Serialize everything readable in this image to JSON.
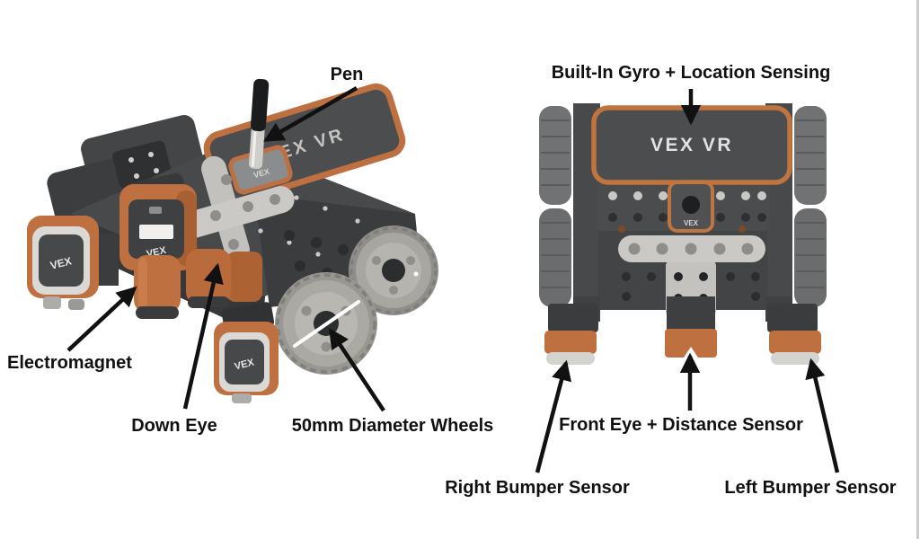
{
  "page": {
    "background": "#ffffff",
    "right_border_color": "#cccccc",
    "description": "VEX VR robot feature diagram with labeled callouts"
  },
  "colors": {
    "orange": "#bf7040",
    "dark_gray": "#3f4142",
    "plate_gray": "#4b4d4f",
    "wheel_gray": "#a9a7a2",
    "front_wheel_gray": "#6f7071",
    "beam_gray": "#cac9c5",
    "silver": "#dbd9d6",
    "arrow_black": "#111111"
  },
  "left_view": {
    "name": "isometric robot view",
    "labels": {
      "pen": "Pen",
      "electromagnet": "Electromagnet",
      "down_eye": "Down Eye",
      "wheels": "50mm Diameter Wheels"
    },
    "logos": {
      "plate": "VEX VR",
      "pen_holder": "VEX",
      "front_bumper": "VEX",
      "lower_bumper": "VEX",
      "distance_sensor": "VEX"
    }
  },
  "right_view": {
    "name": "front robot view",
    "labels": {
      "gyro": "Built-In Gyro + Location Sensing",
      "front_eye": "Front Eye + Distance Sensor",
      "right_bumper": "Right Bumper Sensor",
      "left_bumper": "Left Bumper Sensor"
    },
    "logos": {
      "plate": "VEX VR",
      "camera": "VEX"
    }
  }
}
